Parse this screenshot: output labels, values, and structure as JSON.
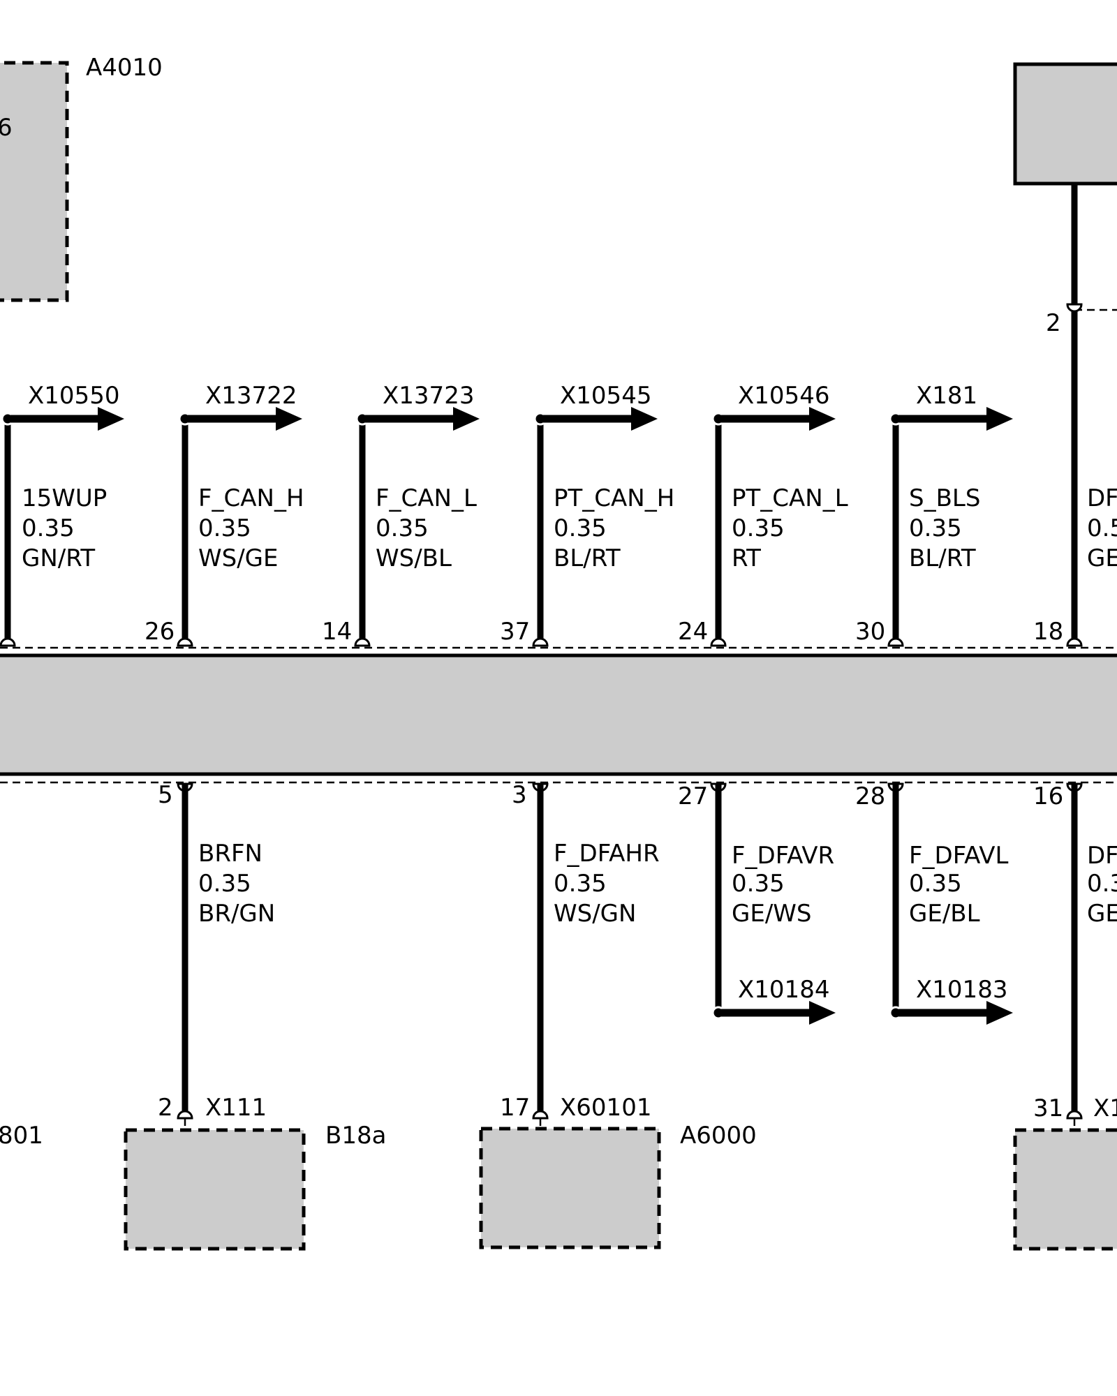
{
  "components": {
    "top_left_partial_label": "A4010",
    "top_left_partial_pin": "6",
    "bottom_left_partial_label": "801",
    "b18a": "B18a",
    "a6000": "A6000"
  },
  "top_wires": [
    {
      "pin": "",
      "signal": "15WUP",
      "size": "0.35",
      "color": "GN/RT",
      "connector": "X10550"
    },
    {
      "pin": "26",
      "signal": "F_CAN_H",
      "size": "0.35",
      "color": "WS/GE",
      "connector": "X13722"
    },
    {
      "pin": "14",
      "signal": "F_CAN_L",
      "size": "0.35",
      "color": "WS/BL",
      "connector": "X13723"
    },
    {
      "pin": "37",
      "signal": "PT_CAN_H",
      "size": "0.35",
      "color": "BL/RT",
      "connector": "X10545"
    },
    {
      "pin": "24",
      "signal": "PT_CAN_L",
      "size": "0.35",
      "color": "RT",
      "connector": "X10546"
    },
    {
      "pin": "30",
      "signal": "S_BLS",
      "size": "0.35",
      "color": "BL/RT",
      "connector": "X181"
    },
    {
      "pin": "18",
      "signal": "DF",
      "size": "0.5",
      "color": "GE",
      "top_pin": "2"
    }
  ],
  "bottom_wires": [
    {
      "pin": "5",
      "signal": "BRFN",
      "size": "0.35",
      "color": "BR/GN",
      "end_pin": "2",
      "end_connector": "X111"
    },
    {
      "pin": "3",
      "signal": "F_DFAHR",
      "size": "0.35",
      "color": "WS/GN",
      "end_pin": "17",
      "end_connector": "X60101"
    },
    {
      "pin": "27",
      "signal": "F_DFAVR",
      "size": "0.35",
      "color": "GE/WS",
      "connector": "X10184"
    },
    {
      "pin": "28",
      "signal": "F_DFAVL",
      "size": "0.35",
      "color": "GE/BL",
      "connector": "X10183"
    },
    {
      "pin": "16",
      "signal": "DF",
      "size": "0.3",
      "color": "GE",
      "end_pin": "31",
      "end_connector": "X1"
    }
  ]
}
